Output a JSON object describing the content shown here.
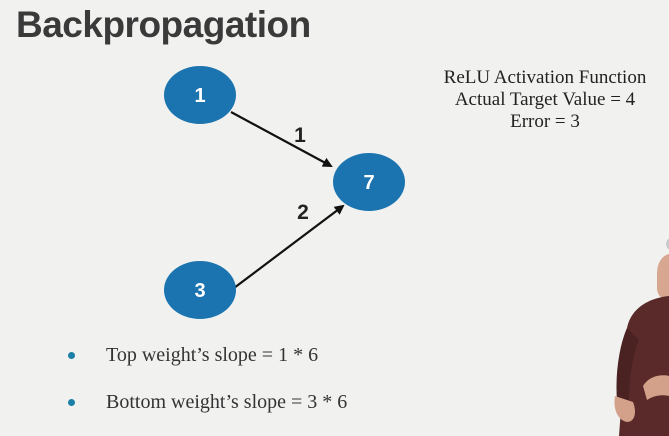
{
  "slide": {
    "title": "Backpropagation"
  },
  "network": {
    "node_color": "#1b74b0",
    "nodes": [
      {
        "id": "top-input",
        "label": "1"
      },
      {
        "id": "bottom-input",
        "label": "3"
      },
      {
        "id": "output",
        "label": "7"
      }
    ],
    "edges": [
      {
        "from": "top-input",
        "to": "output",
        "weight_label": "1"
      },
      {
        "from": "bottom-input",
        "to": "output",
        "weight_label": "2"
      }
    ]
  },
  "info": {
    "line1": "ReLU Activation Function",
    "line2": "Actual Target Value = 4",
    "line3": "Error = 3"
  },
  "bullets": [
    {
      "text": "Top weight’s slope = 1 * 6"
    },
    {
      "text": "Bottom weight’s slope = 3 * 6"
    }
  ]
}
